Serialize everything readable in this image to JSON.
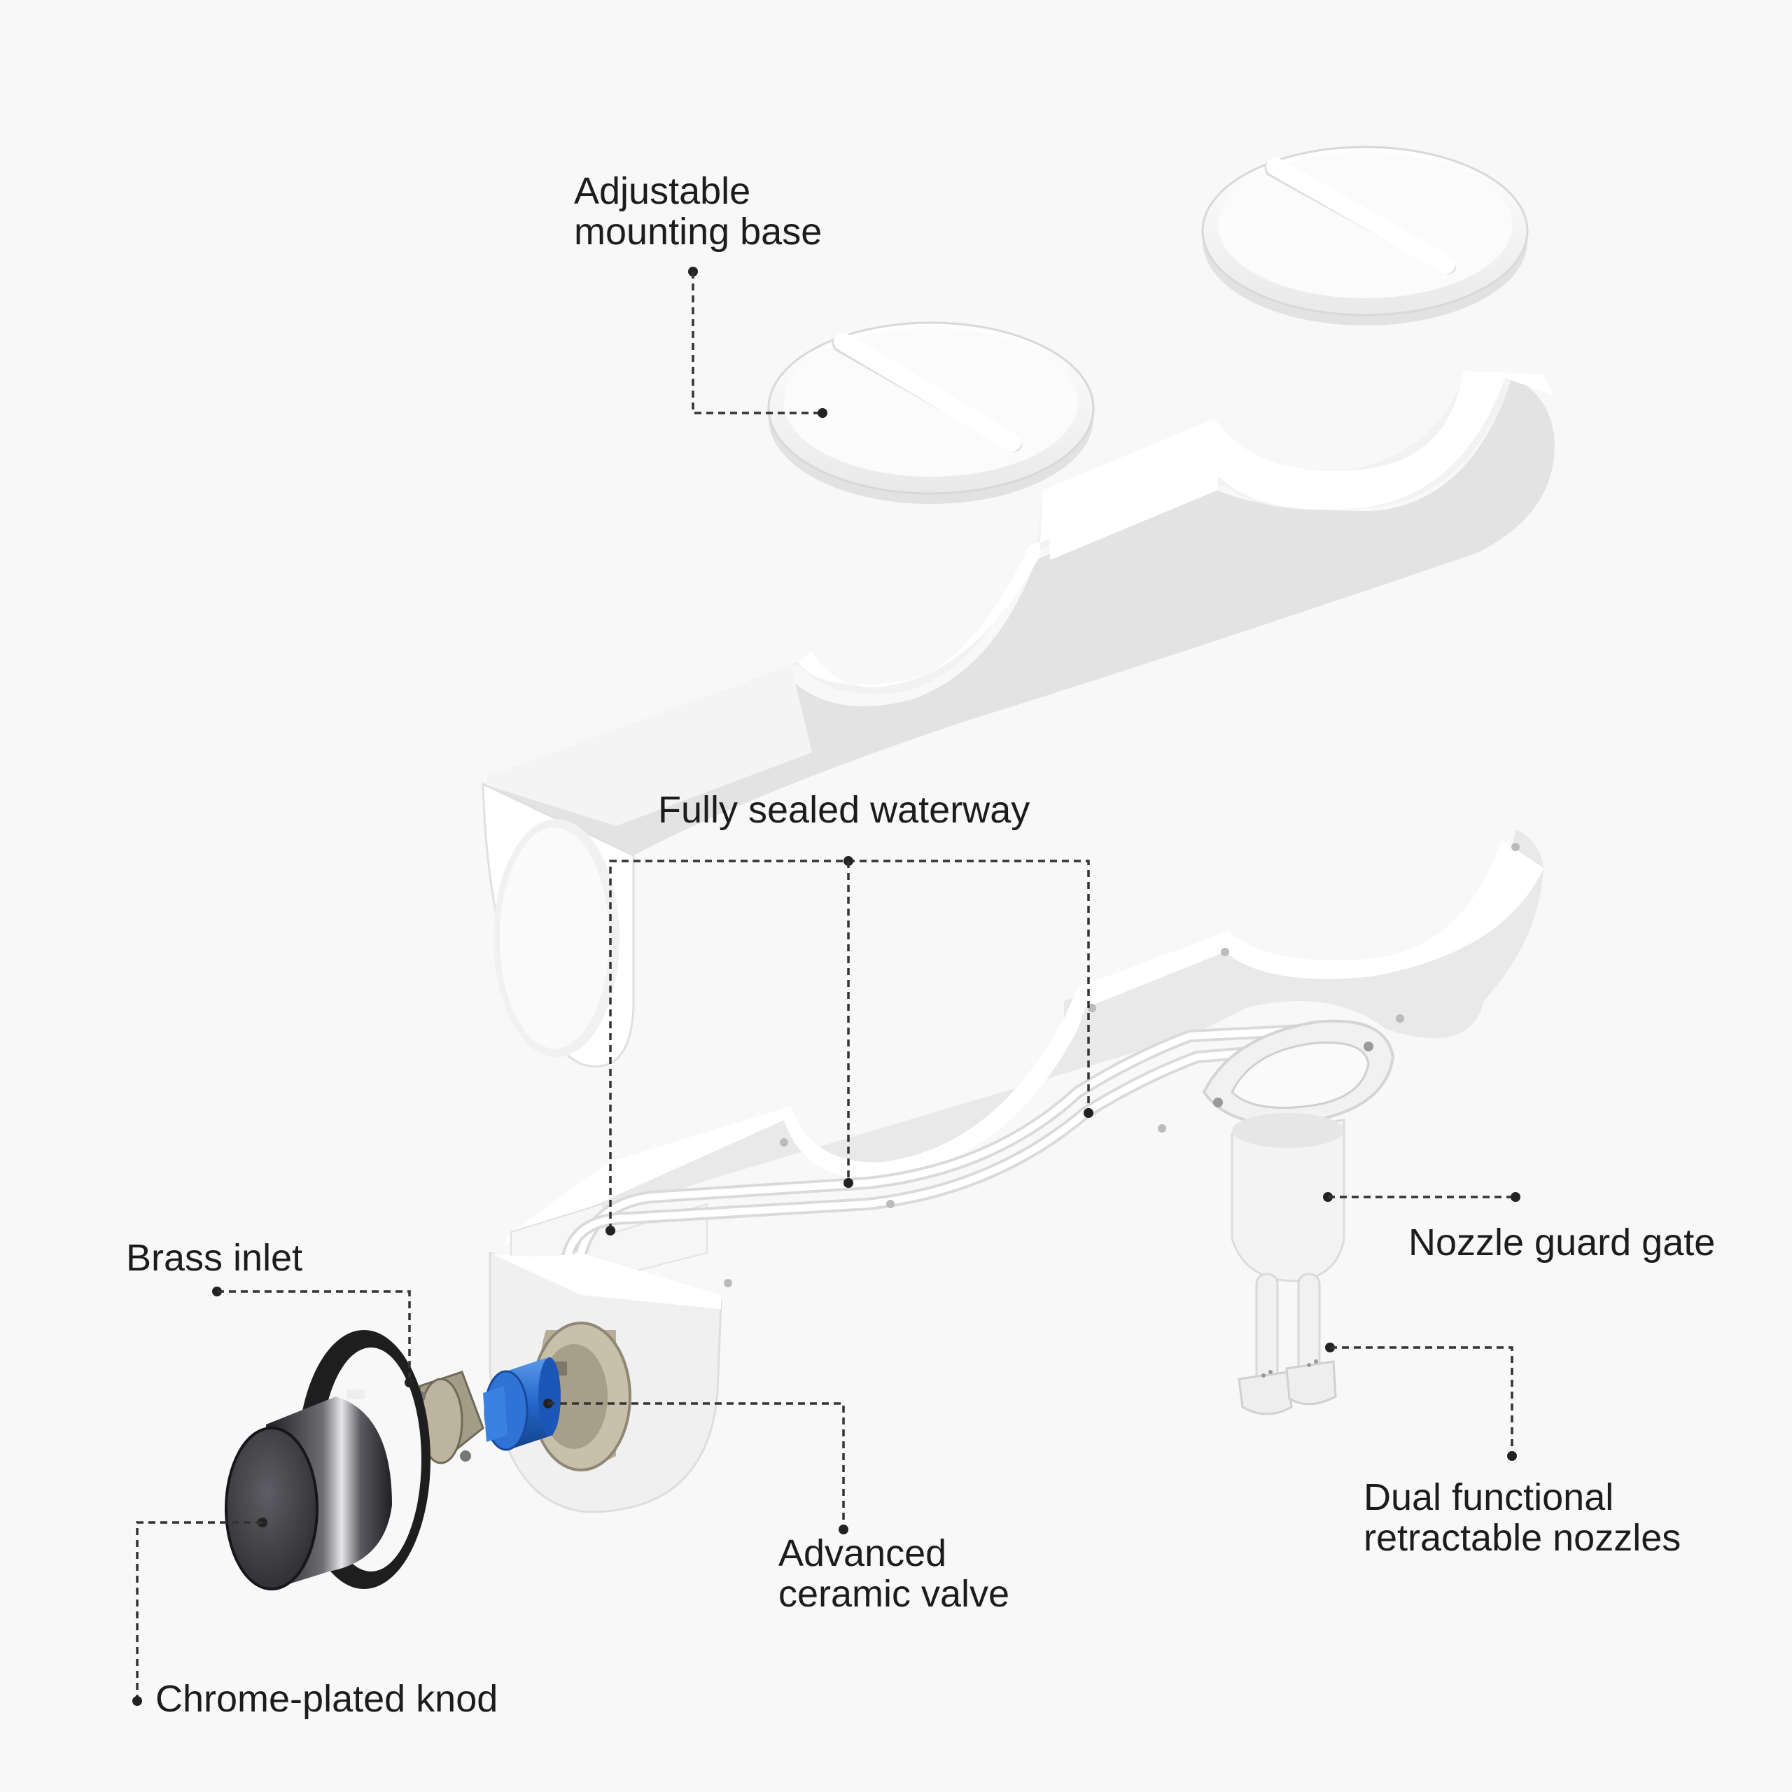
{
  "labels": {
    "mounting_base": [
      "Adjustable",
      "mounting base"
    ],
    "waterway": "Fully sealed waterway",
    "brass_inlet": "Brass inlet",
    "nozzle_guard": "Nozzle guard gate",
    "nozzles": [
      "Dual functional",
      "retractable nozzles"
    ],
    "valve": [
      "Advanced",
      "ceramic valve"
    ],
    "knob": "Chrome-plated knod"
  },
  "colors": {
    "background": "#f8f8f8",
    "part_white": "#ffffff",
    "part_shadow": "#e4e4e4",
    "valve_blue": "#2f73d6",
    "brass_beige": "#bdb59f",
    "knob_chrome": "#3a3a3f",
    "ring_black": "#1e1e1e"
  }
}
